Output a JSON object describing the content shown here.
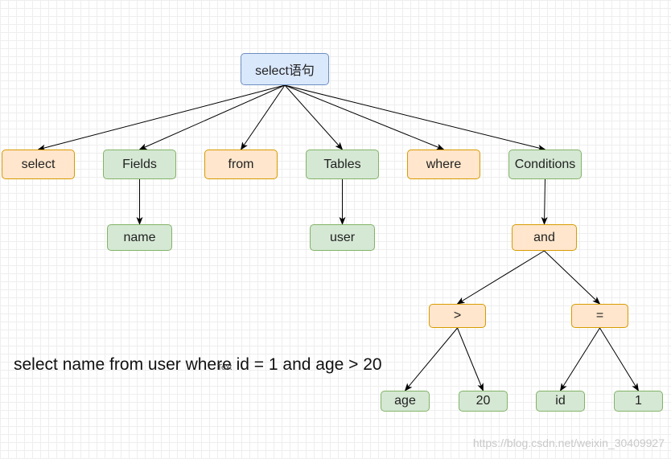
{
  "colors": {
    "root_fill": "#dae8fc",
    "root_stroke": "#6c8ebf",
    "keyword_fill": "#ffe6cc",
    "keyword_stroke": "#d79b00",
    "value_fill": "#d5e8d4",
    "value_stroke": "#82b366",
    "edge": "#000000"
  },
  "tree": {
    "root": {
      "label": "select语句"
    },
    "keywords": {
      "select": "select",
      "from": "from",
      "where": "where"
    },
    "clauses": {
      "fields": "Fields",
      "tables": "Tables",
      "conditions": "Conditions"
    },
    "leaves": {
      "name": "name",
      "user": "user"
    },
    "logic": {
      "and": "and",
      "gt": ">",
      "eq": "="
    },
    "operands": {
      "age": "age",
      "twenty": "20",
      "id": "id",
      "one": "1"
    },
    "edges": [
      [
        "root",
        "select"
      ],
      [
        "root",
        "fields"
      ],
      [
        "root",
        "from"
      ],
      [
        "root",
        "tables"
      ],
      [
        "root",
        "where"
      ],
      [
        "root",
        "conditions"
      ],
      [
        "fields",
        "name"
      ],
      [
        "tables",
        "user"
      ],
      [
        "conditions",
        "and"
      ],
      [
        "and",
        "gt"
      ],
      [
        "and",
        "eq"
      ],
      [
        "gt",
        "age"
      ],
      [
        "gt",
        "twenty"
      ],
      [
        "eq",
        "id"
      ],
      [
        "eq",
        "one"
      ]
    ]
  },
  "caption": "select name from user where id = 1 and age > 20",
  "overlay_text": "Text",
  "watermark": "https://blog.csdn.net/weixin_30409927"
}
